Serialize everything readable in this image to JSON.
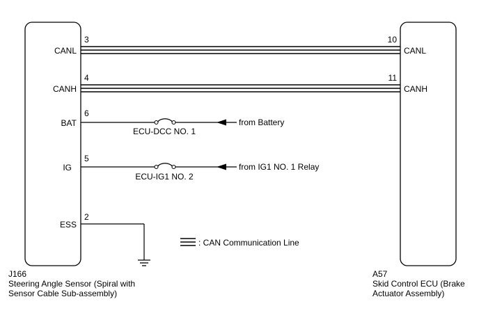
{
  "left_component": {
    "id": "J166",
    "name_line1": "Steering Angle Sensor (Spiral with",
    "name_line2": "Sensor Cable Sub-assembly)",
    "terminals": {
      "canl": "CANL",
      "canh": "CANH",
      "bat": "BAT",
      "ig": "IG",
      "ess": "ESS"
    },
    "pins": {
      "canl": "3",
      "canh": "4",
      "bat": "6",
      "ig": "5",
      "ess": "2"
    }
  },
  "right_component": {
    "id": "A57",
    "name_line1": "Skid Control ECU (Brake",
    "name_line2": "Actuator Assembly)",
    "terminals": {
      "canl": "CANL",
      "canh": "CANH"
    },
    "pins": {
      "canl": "10",
      "canh": "11"
    }
  },
  "fuses": {
    "bat": "ECU-DCC NO. 1",
    "ig": "ECU-IG1 NO. 2"
  },
  "sources": {
    "bat": "from Battery",
    "ig": "from IG1 NO. 1 Relay"
  },
  "legend": {
    "can_line": ": CAN Communication Line"
  }
}
